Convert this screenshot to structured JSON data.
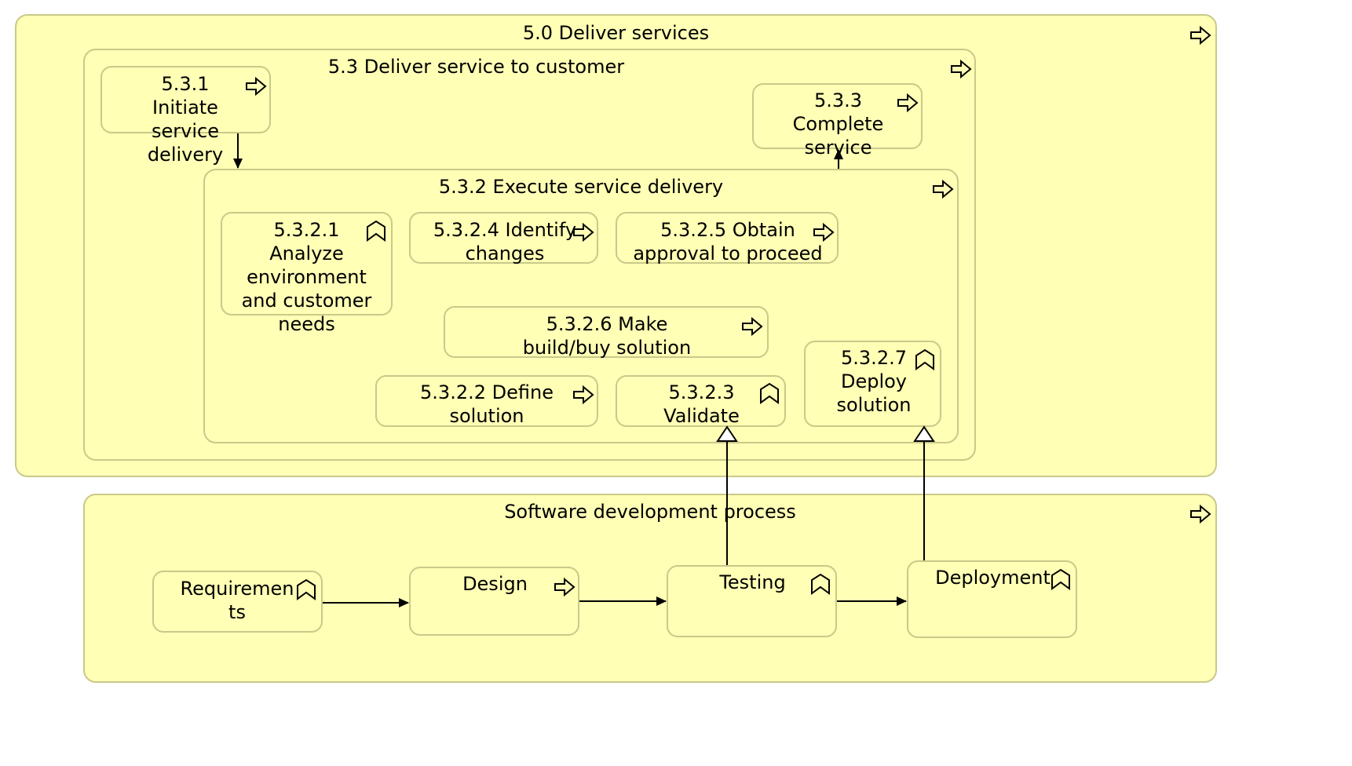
{
  "colors": {
    "fill": "#ffffb5",
    "border": "#c9c98a",
    "line": "#000000"
  },
  "containers": {
    "deliver_services": {
      "title": "5.0 Deliver services",
      "icon": "process-arrow-icon"
    },
    "deliver_to_customer": {
      "title": "5.3 Deliver service to customer",
      "icon": "process-arrow-icon"
    },
    "execute_delivery": {
      "title": "5.3.2 Execute service delivery",
      "icon": "process-arrow-icon"
    },
    "software_process": {
      "title": "Software development process",
      "icon": "process-arrow-icon"
    }
  },
  "elements": {
    "e531": {
      "label": "5.3.1 Initiate service delivery",
      "icon": "process-arrow-icon"
    },
    "e533": {
      "label": "5.3.3 Complete service",
      "icon": "process-arrow-icon"
    },
    "e5321": {
      "label": "5.3.2.1 Analyze environment and customer needs",
      "icon": "function-chevron-icon"
    },
    "e5324": {
      "label": "5.3.2.4 Identify changes",
      "icon": "process-arrow-icon"
    },
    "e5325": {
      "label": "5.3.2.5 Obtain approval to proceed",
      "icon": "process-arrow-icon"
    },
    "e5326": {
      "label": "5.3.2.6 Make build/buy solution",
      "icon": "process-arrow-icon"
    },
    "e5322": {
      "label": "5.3.2.2 Define solution",
      "icon": "process-arrow-icon"
    },
    "e5323": {
      "label": "5.3.2.3 Validate",
      "icon": "function-chevron-icon"
    },
    "e5327": {
      "label": "5.3.2.7 Deploy solution",
      "icon": "function-chevron-icon"
    },
    "requirements": {
      "label": "Requirements",
      "icon": "function-chevron-icon"
    },
    "design": {
      "label": "Design",
      "icon": "process-arrow-icon"
    },
    "testing": {
      "label": "Testing",
      "icon": "function-chevron-icon"
    },
    "deployment": {
      "label": "Deployment",
      "icon": "function-chevron-icon"
    }
  },
  "relations": [
    {
      "from": "5.3.1 Initiate service delivery",
      "to": "5.3.2 Execute service delivery",
      "type": "triggering"
    },
    {
      "from": "5.3.2 Execute service delivery",
      "to": "5.3.3 Complete service",
      "type": "triggering"
    },
    {
      "from": "Requirements",
      "to": "Design",
      "type": "triggering"
    },
    {
      "from": "Design",
      "to": "Testing",
      "type": "triggering"
    },
    {
      "from": "Testing",
      "to": "Deployment",
      "type": "triggering"
    },
    {
      "from": "Testing",
      "to": "5.3.2.3 Validate",
      "type": "realization"
    },
    {
      "from": "Deployment",
      "to": "5.3.2.7 Deploy solution",
      "type": "realization"
    }
  ]
}
